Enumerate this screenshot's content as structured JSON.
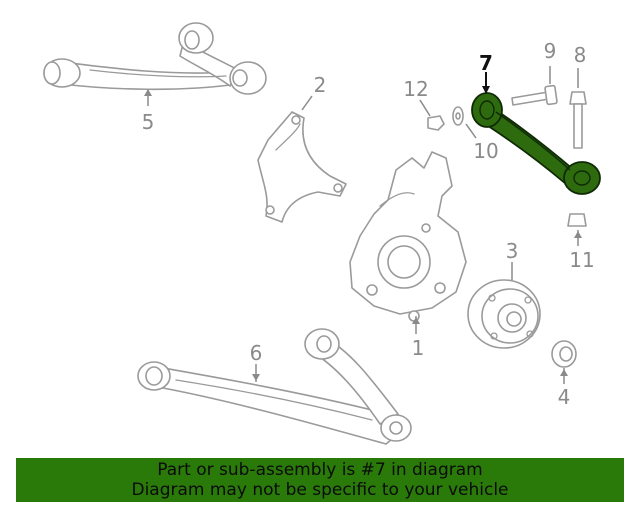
{
  "callouts": {
    "c1": "1",
    "c2": "2",
    "c3": "3",
    "c4": "4",
    "c5": "5",
    "c6": "6",
    "c7": "7",
    "c8": "8",
    "c9": "9",
    "c10": "10",
    "c11": "11",
    "c12": "12"
  },
  "highlighted_part": "7",
  "colors": {
    "highlight": "#2e6b0f",
    "banner": "#2a7a0a",
    "line": "#9a9a9a"
  },
  "banner": {
    "line1": "Part or sub-assembly is #7 in diagram",
    "line2": "Diagram may not be specific to your vehicle"
  }
}
